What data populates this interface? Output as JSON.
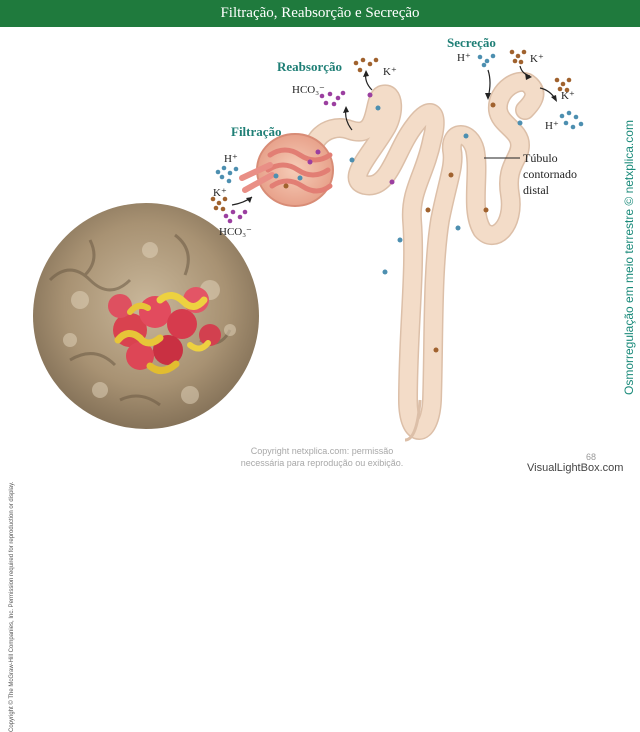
{
  "header": {
    "title": "Filtração, Reabsorção e Secreção"
  },
  "labels": {
    "filtracao": "Filtração",
    "reabsorcao": "Reabsorção",
    "secrecao": "Secreção",
    "tubulo_line1": "Túbulo",
    "tubulo_line2": "contornado",
    "tubulo_line3": "distal"
  },
  "ions": {
    "h_plus": "H⁺",
    "k_plus": "K⁺",
    "hco3": "HCO₃⁻"
  },
  "side_text": {
    "copyright_vertical": "Copyright © The McGraw-Hill Companies, Inc. Permission required for reproduction or display.",
    "site_vertical": "Osmorregulação em meio terrestre © netxplica.com"
  },
  "footer": {
    "watermark_line1": "Copyright netxplica.com: permissão",
    "watermark_line2": "necessária para reprodução ou exibição.",
    "page_number": "68",
    "brand": "VisualLightBox.com"
  },
  "colors": {
    "title_bar": "#1f7a3d",
    "label_teal": "#1f7f76",
    "tubule": "#f3dcc8",
    "tubule_outline": "#dcbfa8",
    "dot_brown": "#a0622e",
    "dot_blue": "#4d8fb0",
    "dot_purple": "#9b3fa0"
  }
}
